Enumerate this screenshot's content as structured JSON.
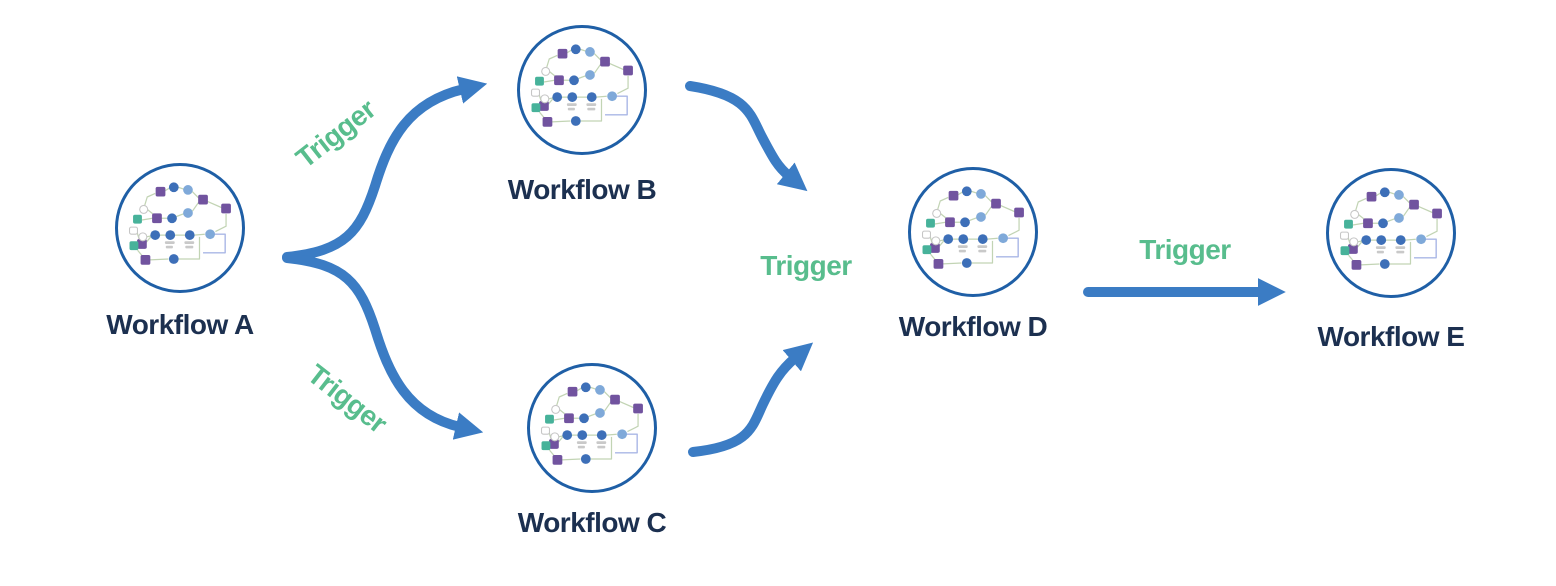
{
  "diagram": {
    "colors": {
      "arrow": "#3b7cc4",
      "trigger_text": "#58bd8d",
      "node_label": "#1c3050",
      "circle_border": "#1f5fa6",
      "thumb_purple": "#71539f",
      "thumb_blue": "#3d6fb8",
      "thumb_blue_light": "#7fa9d9",
      "thumb_teal": "#47b29a",
      "thumb_line": "#c2d4b4",
      "thumb_line_alt": "#aab7e6"
    },
    "nodes": [
      {
        "id": "a",
        "label": "Workflow A"
      },
      {
        "id": "b",
        "label": "Workflow B"
      },
      {
        "id": "c",
        "label": "Workflow C"
      },
      {
        "id": "d",
        "label": "Workflow D"
      },
      {
        "id": "e",
        "label": "Workflow E"
      }
    ],
    "triggers": [
      {
        "id": "a-b",
        "text": "Trigger"
      },
      {
        "id": "a-c",
        "text": "Trigger"
      },
      {
        "id": "bc-d",
        "text": "Trigger"
      },
      {
        "id": "d-e",
        "text": "Trigger"
      }
    ],
    "edges": [
      {
        "from": "Workflow A",
        "to": "Workflow B"
      },
      {
        "from": "Workflow A",
        "to": "Workflow C"
      },
      {
        "from": "Workflow B",
        "to": "Workflow D"
      },
      {
        "from": "Workflow C",
        "to": "Workflow D"
      },
      {
        "from": "Workflow D",
        "to": "Workflow E"
      }
    ]
  }
}
